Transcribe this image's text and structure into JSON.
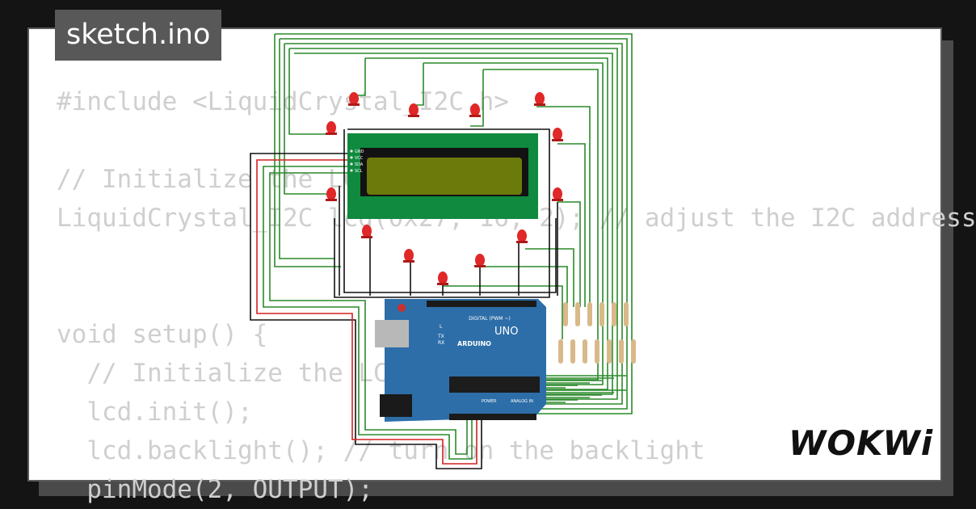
{
  "file_tab": {
    "title": "sketch.ino"
  },
  "code": {
    "lines": [
      "#include <LiquidCrystal_I2C.h>",
      "",
      "// Initialize the LCD",
      "LiquidCrystal_I2C lcd(0x27, 16, 2); // adjust the I2C address",
      "",
      "",
      "void setup() {",
      "  // Initialize the LCD",
      "  lcd.init();",
      "  lcd.backlight(); // turn on the backlight",
      "  pinMode(2, OUTPUT);"
    ]
  },
  "lcd": {
    "pin_labels": [
      "GND",
      "VCC",
      "SDA",
      "SCL"
    ],
    "bezel_color": "#0f8a3e",
    "screen_color": "#6b7a0a"
  },
  "arduino": {
    "board_label": "UNO",
    "brand_label": "ARDUINO",
    "digital_label": "DIGITAL (PWM ~)",
    "analog_label": "ANALOG IN",
    "power_label": "POWER",
    "tx_label": "TX",
    "rx_label": "RX",
    "l_label": "L",
    "board_color": "#2d6ea8"
  },
  "wire_colors": {
    "signal": "#2a8a2a",
    "ground": "#111111",
    "power": "#d42020"
  },
  "led_color": "#e02828",
  "logo": {
    "text": "WOKWi",
    "icon": "wokwi-logo"
  }
}
